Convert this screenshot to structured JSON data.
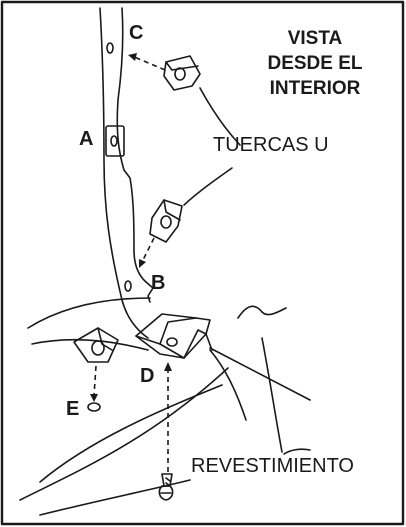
{
  "view_title": [
    "VISTA",
    "DESDE EL",
    "INTERIOR"
  ],
  "labels": {
    "a": "A",
    "b": "B",
    "c": "C",
    "d": "D",
    "e": "E",
    "nuts": "TUERCAS U",
    "lining": "REVESTIMIENTO"
  },
  "colors": {
    "line": "#1a1a1a",
    "background": "#ffffff"
  }
}
